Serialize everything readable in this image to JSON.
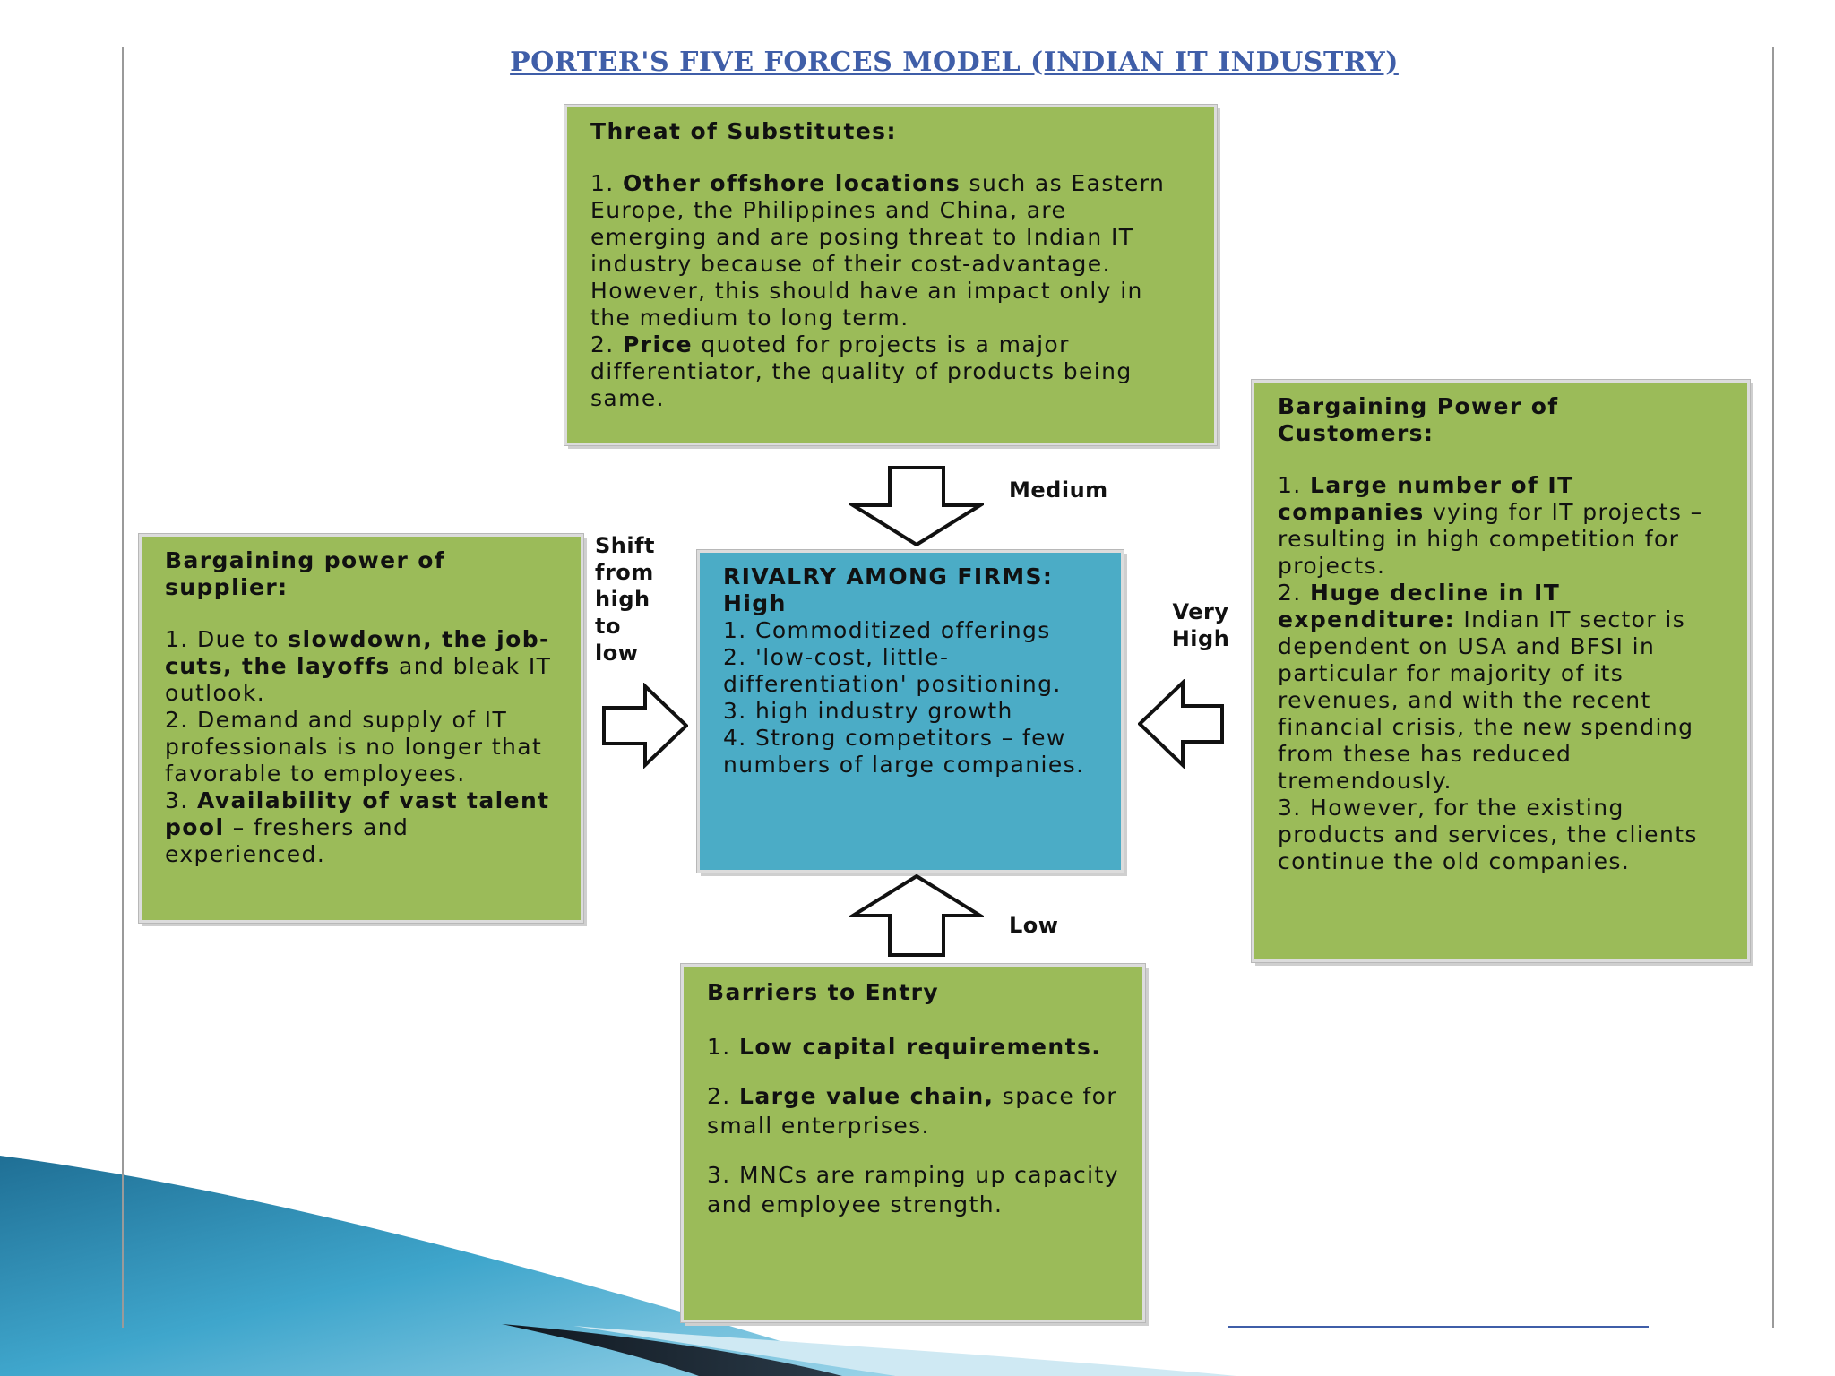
{
  "title": "PORTER'S FIVE FORCES MODEL (INDIAN IT INDUSTRY)",
  "colors": {
    "green": "#9bbb59",
    "blue": "#4bacc6",
    "title": "#3f5ea8"
  },
  "substitutes": {
    "heading": "Threat of Substitutes:",
    "p1_num": "1. ",
    "p1_bold": "Other offshore locations",
    "p1_rest": " such as Eastern Europe, the Philippines and China, are emerging and are posing threat to Indian IT industry because of their cost-advantage. However, this should have an impact only in the medium to long term.",
    "p2_num": "2. ",
    "p2_bold": "Price",
    "p2_rest": " quoted for projects is a major differentiator, the quality of products being same."
  },
  "supplier": {
    "heading": "Bargaining power of supplier:",
    "p1_num": "1. Due to ",
    "p1_bold1": "slowdown, the job-cuts, the layoffs",
    "p1_rest": " and bleak IT outlook.",
    "p2": "2. Demand and supply of IT professionals is no longer that favorable to employees.",
    "p3_num": "3. ",
    "p3_bold": "Availability of vast talent pool",
    "p3_rest": " – freshers and experienced."
  },
  "rivalry": {
    "heading": "RIVALRY AMONG FIRMS: High",
    "p1": "1. Commoditized offerings",
    "p2": "2.  'low-cost, little-differentiation' positioning.",
    "p3": "3. high industry growth",
    "p4": "4. Strong competitors – few numbers of large companies."
  },
  "customers": {
    "heading": "Bargaining Power of Customers:",
    "p1_num": "1. ",
    "p1_bold": "Large number of IT companies",
    "p1_rest": " vying for IT projects – resulting in high competition for projects.",
    "p2_num": "2. ",
    "p2_bold": "Huge decline in IT expenditure:",
    "p2_rest": " Indian IT sector is dependent on USA and BFSI in particular for majority of its revenues, and with the recent financial crisis, the new spending from these has reduced tremendously.",
    "p3": "3. However, for the existing products and services, the clients continue the old companies."
  },
  "entry": {
    "heading": "Barriers to Entry",
    "p1_num": "1. ",
    "p1_bold": "Low capital requirements.",
    "p2_num": "2. ",
    "p2_bold": "Large value chain,",
    "p2_rest": " space for small enterprises.",
    "p3": "3. MNCs are ramping up capacity and employee strength."
  },
  "labels": {
    "top": "Medium",
    "left": "Shift from high to low",
    "right": "Very High",
    "bottom": "Low"
  }
}
